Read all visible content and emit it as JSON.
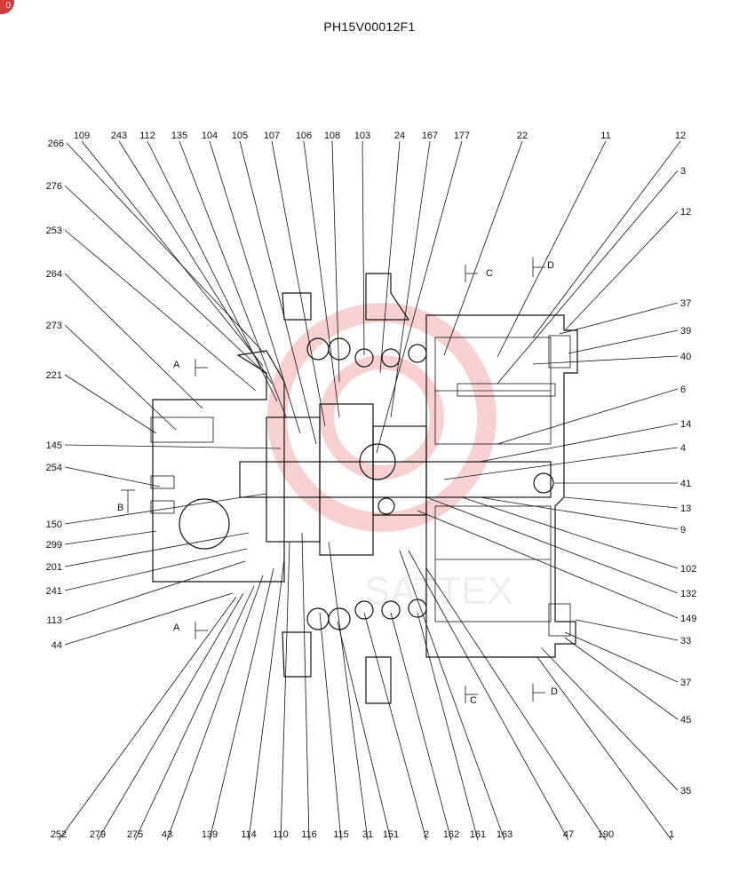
{
  "page": {
    "title": "PH15V00012F1",
    "badge": "0",
    "watermark": "SATTEX"
  },
  "section_marks": [
    {
      "id": "A-top",
      "letter": "A"
    },
    {
      "id": "A-bottom",
      "letter": "A"
    },
    {
      "id": "B",
      "letter": "B"
    },
    {
      "id": "C-top",
      "letter": "C"
    },
    {
      "id": "C-bottom",
      "letter": "C"
    },
    {
      "id": "D-top",
      "letter": "D"
    },
    {
      "id": "D-bottom",
      "letter": "D"
    }
  ],
  "callouts_top": [
    "109",
    "243",
    "112",
    "135",
    "104",
    "105",
    "107",
    "106",
    "108",
    "103",
    "24",
    "167",
    "177",
    "22",
    "11",
    "12"
  ],
  "callouts_left": [
    "266",
    "276",
    "253",
    "264",
    "273",
    "221",
    "145",
    "254",
    "150",
    "299",
    "201",
    "241",
    "113",
    "44"
  ],
  "callouts_right": [
    "3",
    "12",
    "37",
    "39",
    "40",
    "6",
    "14",
    "4",
    "41",
    "13",
    "9",
    "102",
    "132",
    "149",
    "33",
    "37",
    "45",
    "35"
  ],
  "callouts_bottom": [
    "252",
    "279",
    "275",
    "43",
    "139",
    "114",
    "110",
    "116",
    "115",
    "31",
    "151",
    "2",
    "162",
    "161",
    "163",
    "47",
    "190",
    "1"
  ]
}
